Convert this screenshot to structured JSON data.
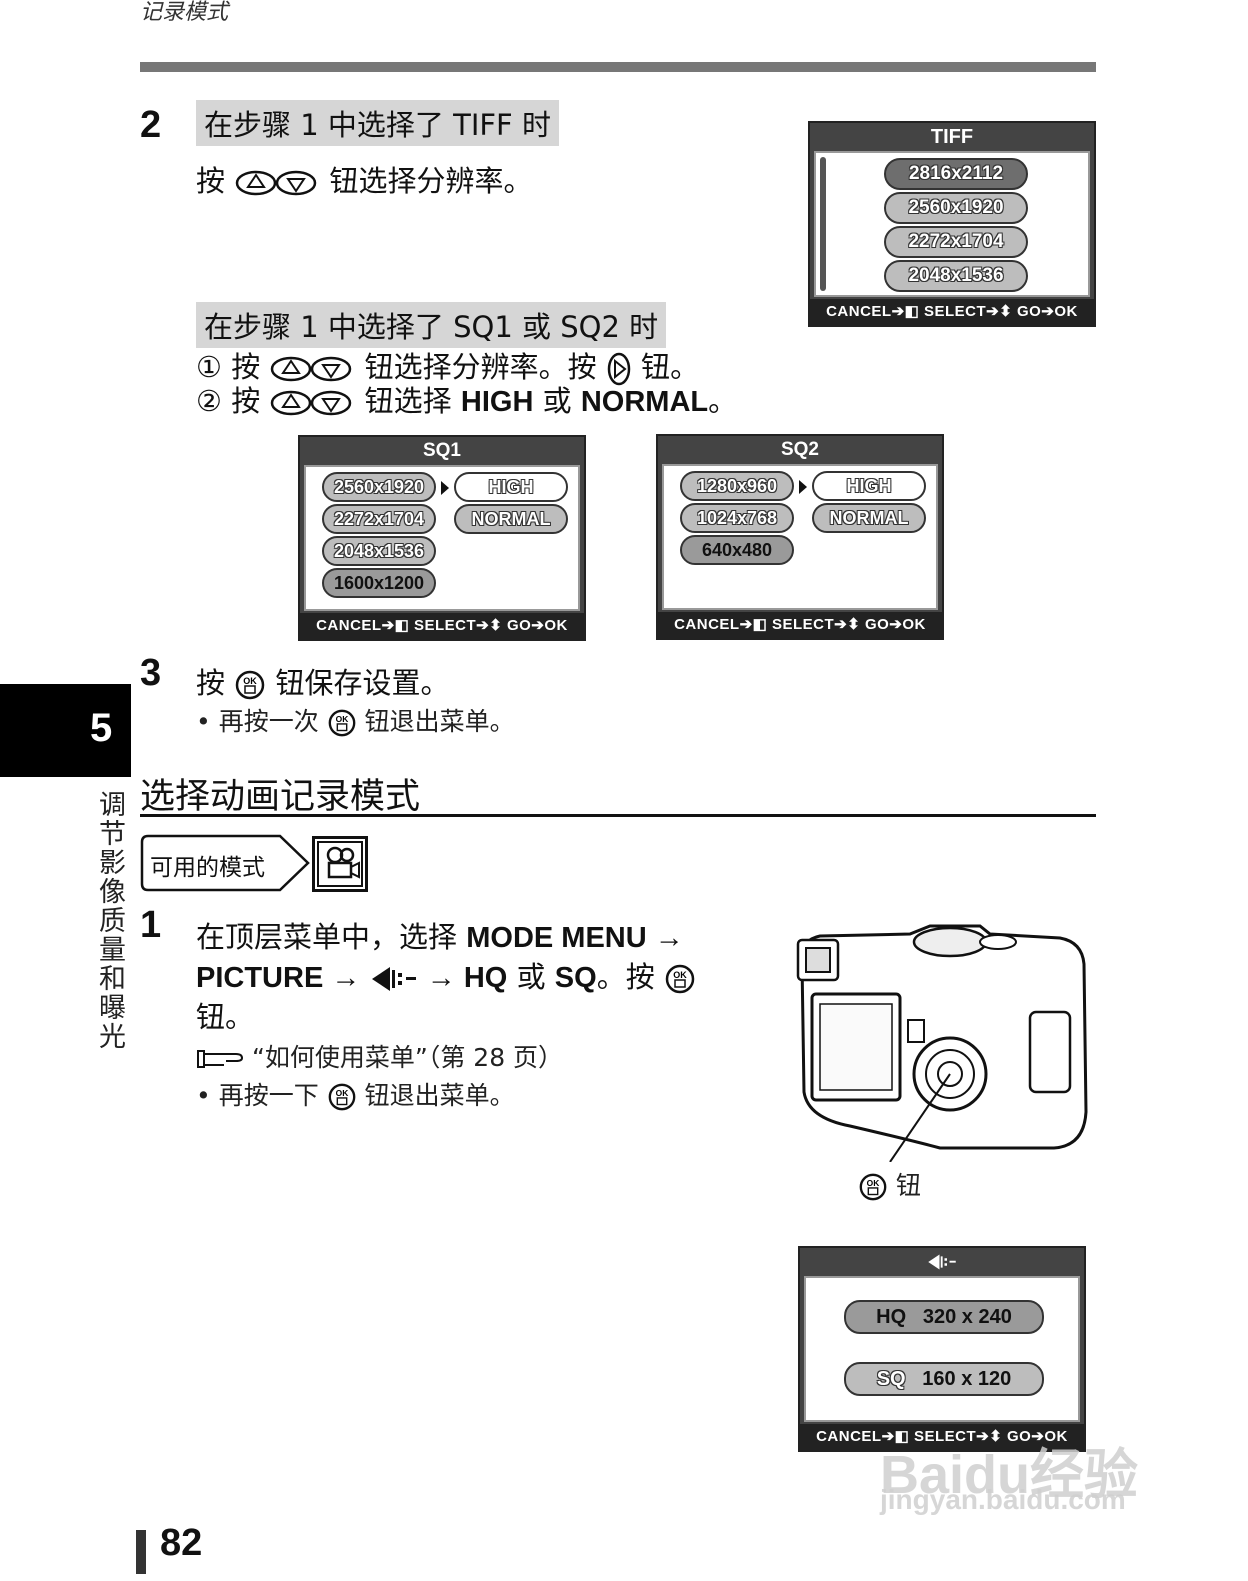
{
  "header": {
    "title": "记录模式"
  },
  "step2": {
    "number": "2",
    "tiff_heading": "在步骤 1 中选择了 TIFF 时",
    "tiff_press": "按",
    "tiff_text": "钮选择分辨率。",
    "sq_heading": "在步骤 1 中选择了 SQ1 或 SQ2 时",
    "line1_num": "①",
    "line1_a": "按",
    "line1_b": "钮选择分辨率。按",
    "line1_c": "钮。",
    "line2_num": "②",
    "line2_a": "按",
    "line2_b": "钮选择",
    "line2_high": "HIGH",
    "line2_or": "或",
    "line2_normal": "NORMAL",
    "line2_end": "。"
  },
  "screen_tiff": {
    "title": "TIFF",
    "items": [
      "2816x2112",
      "2560x1920",
      "2272x1704",
      "2048x1536"
    ],
    "footer": "CANCEL➔◧ SELECT➔⬍ GO➔OK"
  },
  "screen_sq1": {
    "title": "SQ1",
    "items": [
      "2560x1920",
      "2272x1704",
      "2048x1536",
      "1600x1200"
    ],
    "options": [
      "HIGH",
      "NORMAL"
    ],
    "footer": "CANCEL➔◧ SELECT➔⬍ GO➔OK"
  },
  "screen_sq2": {
    "title": "SQ2",
    "items": [
      "1280x960",
      "1024x768",
      "640x480"
    ],
    "options": [
      "HIGH",
      "NORMAL"
    ],
    "footer": "CANCEL➔◧ SELECT➔⬍ GO➔OK"
  },
  "step3": {
    "number": "3",
    "press": "按",
    "text": "钮保存设置。",
    "bullet_a": "• 再按一次",
    "bullet_b": "钮退出菜单。"
  },
  "side": {
    "chapter": "5",
    "vertical_text": "调节影像质量和曝光"
  },
  "section": {
    "title": "选择动画记录模式",
    "mode_label": "可用的模式"
  },
  "step1": {
    "number": "1",
    "line1_a": "在顶层菜单中，选择",
    "line1_b": "MODE MENU →",
    "line2_a": "PICTURE →",
    "line2_b": "→ HQ",
    "line2_or": "或",
    "line2_c": "SQ",
    "line2_d": "。按",
    "line3": "钮。",
    "ref": "“如何使用菜单”（第 28 页）",
    "bullet_a": "• 再按一下",
    "bullet_b": "钮退出菜单。"
  },
  "camera": {
    "ok_caption": "钮"
  },
  "screen_movie": {
    "items": [
      {
        "mode": "HQ",
        "size": "320 x 240"
      },
      {
        "mode": "SQ",
        "size": "160 x 120"
      }
    ],
    "footer": "CANCEL➔◧ SELECT➔⬍ GO➔OK"
  },
  "page": {
    "number": "82"
  },
  "watermark": {
    "line1": "Baidu经验",
    "line2": "jingyan.baidu.com"
  }
}
